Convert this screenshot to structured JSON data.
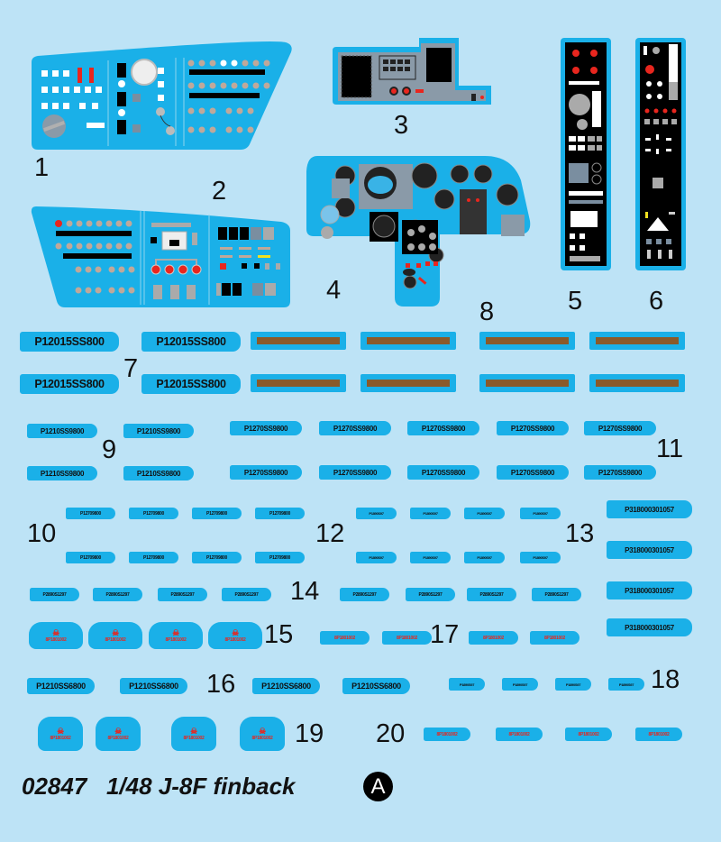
{
  "sheet": {
    "title": "02847   1/48 J-8F finback",
    "sheet_letter": "A"
  },
  "colors": {
    "background": "#bde3f6",
    "decal": "#1ab0e8",
    "red": "#e8261e",
    "brown": "#8a5a2a"
  },
  "panels": [
    {
      "number": "1",
      "name": "left-console-panel"
    },
    {
      "number": "2",
      "name": "right-console-panel"
    },
    {
      "number": "3",
      "name": "upper-instrument-panel"
    },
    {
      "number": "4",
      "name": "main-instrument-panel"
    },
    {
      "number": "5",
      "name": "side-panel-5"
    },
    {
      "number": "6",
      "name": "side-panel-6"
    }
  ],
  "decal_groups": [
    {
      "number": "7",
      "style": "text",
      "items": [
        "P12015SS800",
        "P12015SS800",
        "P12015SS800",
        "P12015SS800"
      ]
    },
    {
      "number": "8",
      "style": "strip",
      "items": [
        "",
        "",
        "",
        "",
        "",
        "",
        "",
        ""
      ]
    },
    {
      "number": "9",
      "style": "text",
      "items": [
        "P1210SS9800",
        "P1210SS9800",
        "P1210SS9800",
        "P1210SS9800"
      ]
    },
    {
      "number": "11",
      "style": "text",
      "items": [
        "P1270SS9800",
        "P1270SS9800",
        "P1270SS9800",
        "P1270SS9800",
        "P1270SS9800",
        "P1270SS9800",
        "P1270SS9800",
        "P1270SS9800",
        "P1270SS9800",
        "P1270SS9800"
      ]
    },
    {
      "number": "10",
      "style": "text",
      "items": [
        "P12709800",
        "P12709800",
        "P12709800",
        "P12709800",
        "P12709800",
        "P12709800",
        "P12709800",
        "P12709800"
      ]
    },
    {
      "number": "12",
      "style": "text",
      "items": [
        "P1890S97",
        "P1890S97",
        "P1890S97",
        "P1890S97",
        "P1890S97",
        "P1890S97",
        "P1890S97",
        "P1890S97"
      ]
    },
    {
      "number": "13",
      "style": "text",
      "items": [
        "P318000301057",
        "P318000301057",
        "P318000301057",
        "P318000301057"
      ]
    },
    {
      "number": "14",
      "style": "text",
      "items": [
        "P2890S1297",
        "P2890S1297",
        "P2890S1297",
        "P2890S1297",
        "P2890S1297",
        "P2890S1297",
        "P2890S1297",
        "P2890S1297"
      ]
    },
    {
      "number": "15",
      "style": "badge-red",
      "items": [
        "8P1801002",
        "8P1801002",
        "8P1801002",
        "8P1801002"
      ]
    },
    {
      "number": "17",
      "style": "red",
      "items": [
        "8P1801002",
        "8P1801002",
        "8P1801002",
        "8P1801002"
      ]
    },
    {
      "number": "16",
      "style": "text",
      "items": [
        "P1210SS6800",
        "P1210SS6800",
        "P1210SS6800",
        "P1210SS6800"
      ]
    },
    {
      "number": "18",
      "style": "text",
      "items": [
        "P1890S97",
        "P1890S97",
        "P1890S97",
        "P1890S97"
      ]
    },
    {
      "number": "19",
      "style": "badge-red",
      "items": [
        "8P1801002",
        "8P1801002",
        "8P1801002",
        "8P1801002"
      ]
    },
    {
      "number": "20",
      "style": "red",
      "items": [
        "8P1801002",
        "8P1801002",
        "8P1801002",
        "8P1801002"
      ]
    }
  ]
}
